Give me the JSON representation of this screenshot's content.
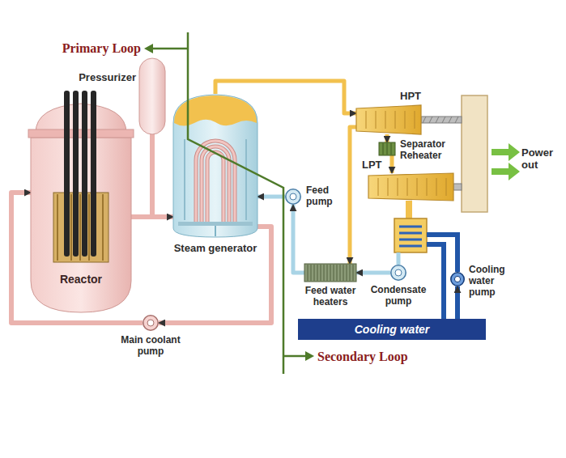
{
  "diagram": {
    "nodes": [
      {
        "text": [
          "Reactor"
        ]
      },
      {
        "text": [
          "Pressurizer"
        ]
      },
      {
        "text": [
          "Steam generator"
        ]
      },
      {
        "text": [
          "Main coolant pump"
        ]
      },
      {
        "text": [
          "Feed pump"
        ]
      },
      {
        "text": [
          "HPT"
        ]
      },
      {
        "text": [
          "Separator Reheater"
        ]
      },
      {
        "text": [
          "LPT"
        ]
      },
      {
        "text": [
          "Feed water heaters"
        ]
      },
      {
        "text": [
          "Condensate pump"
        ]
      },
      {
        "text": [
          "Cooling water pump"
        ]
      },
      {
        "text": [
          "Cooling water"
        ]
      }
    ],
    "edges": [
      {
        "from": 0,
        "to": 2,
        "arrow": "to"
      },
      {
        "from": 2,
        "to": 3,
        "arrow": "to"
      },
      {
        "from": 3,
        "to": 0,
        "arrow": "to"
      },
      {
        "from": 2,
        "to": 5,
        "arrow": "to"
      },
      {
        "from": 5,
        "to": 6,
        "arrow": "to"
      },
      {
        "from": 6,
        "to": 7,
        "arrow": "to"
      },
      {
        "from": 5,
        "to": 8,
        "arrow": "to"
      },
      {
        "from": 9,
        "to": 8,
        "arrow": "to"
      },
      {
        "from": 8,
        "to": 4,
        "arrow": "to"
      },
      {
        "from": 4,
        "to": 2,
        "arrow": "to"
      },
      {
        "from": 11,
        "to": 10,
        "arrow": "to"
      }
    ],
    "labels": [
      "Primary Loop",
      "Power out",
      "Secondary Loop"
    ]
  }
}
